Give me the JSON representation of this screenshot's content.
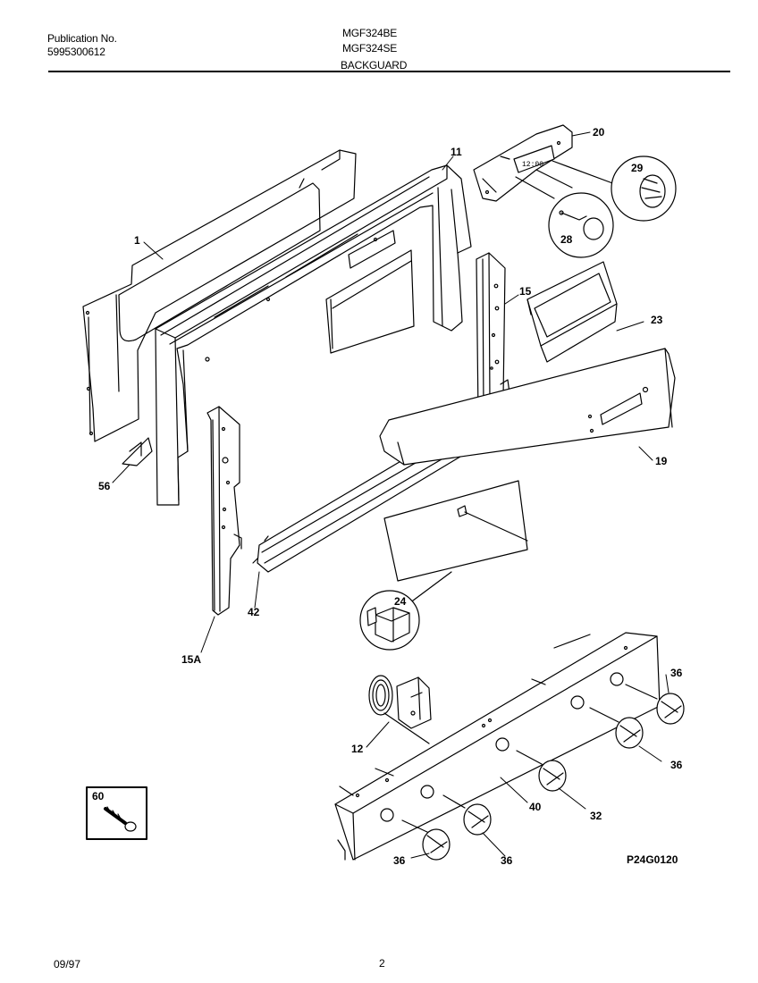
{
  "header": {
    "publication_label": "Publication No.",
    "publication_number": "5995300612",
    "model_1": "MGF324BE",
    "model_2": "MGF324SE",
    "section_title": "BACKGUARD"
  },
  "callouts": {
    "p1": "1",
    "p11": "11",
    "p12": "12",
    "p15": "15",
    "p15a": "15A",
    "p19": "19",
    "p20": "20",
    "p23": "23",
    "p24": "24",
    "p28": "28",
    "p29": "29",
    "p32": "32",
    "p36a": "36",
    "p36b": "36",
    "p36c": "36",
    "p36d": "36",
    "p40": "40",
    "p42": "42",
    "p56": "56",
    "p60": "60"
  },
  "clock_display": "12:00",
  "drawing_number": "P24G0120",
  "footer": {
    "date": "09/97",
    "page": "2"
  }
}
